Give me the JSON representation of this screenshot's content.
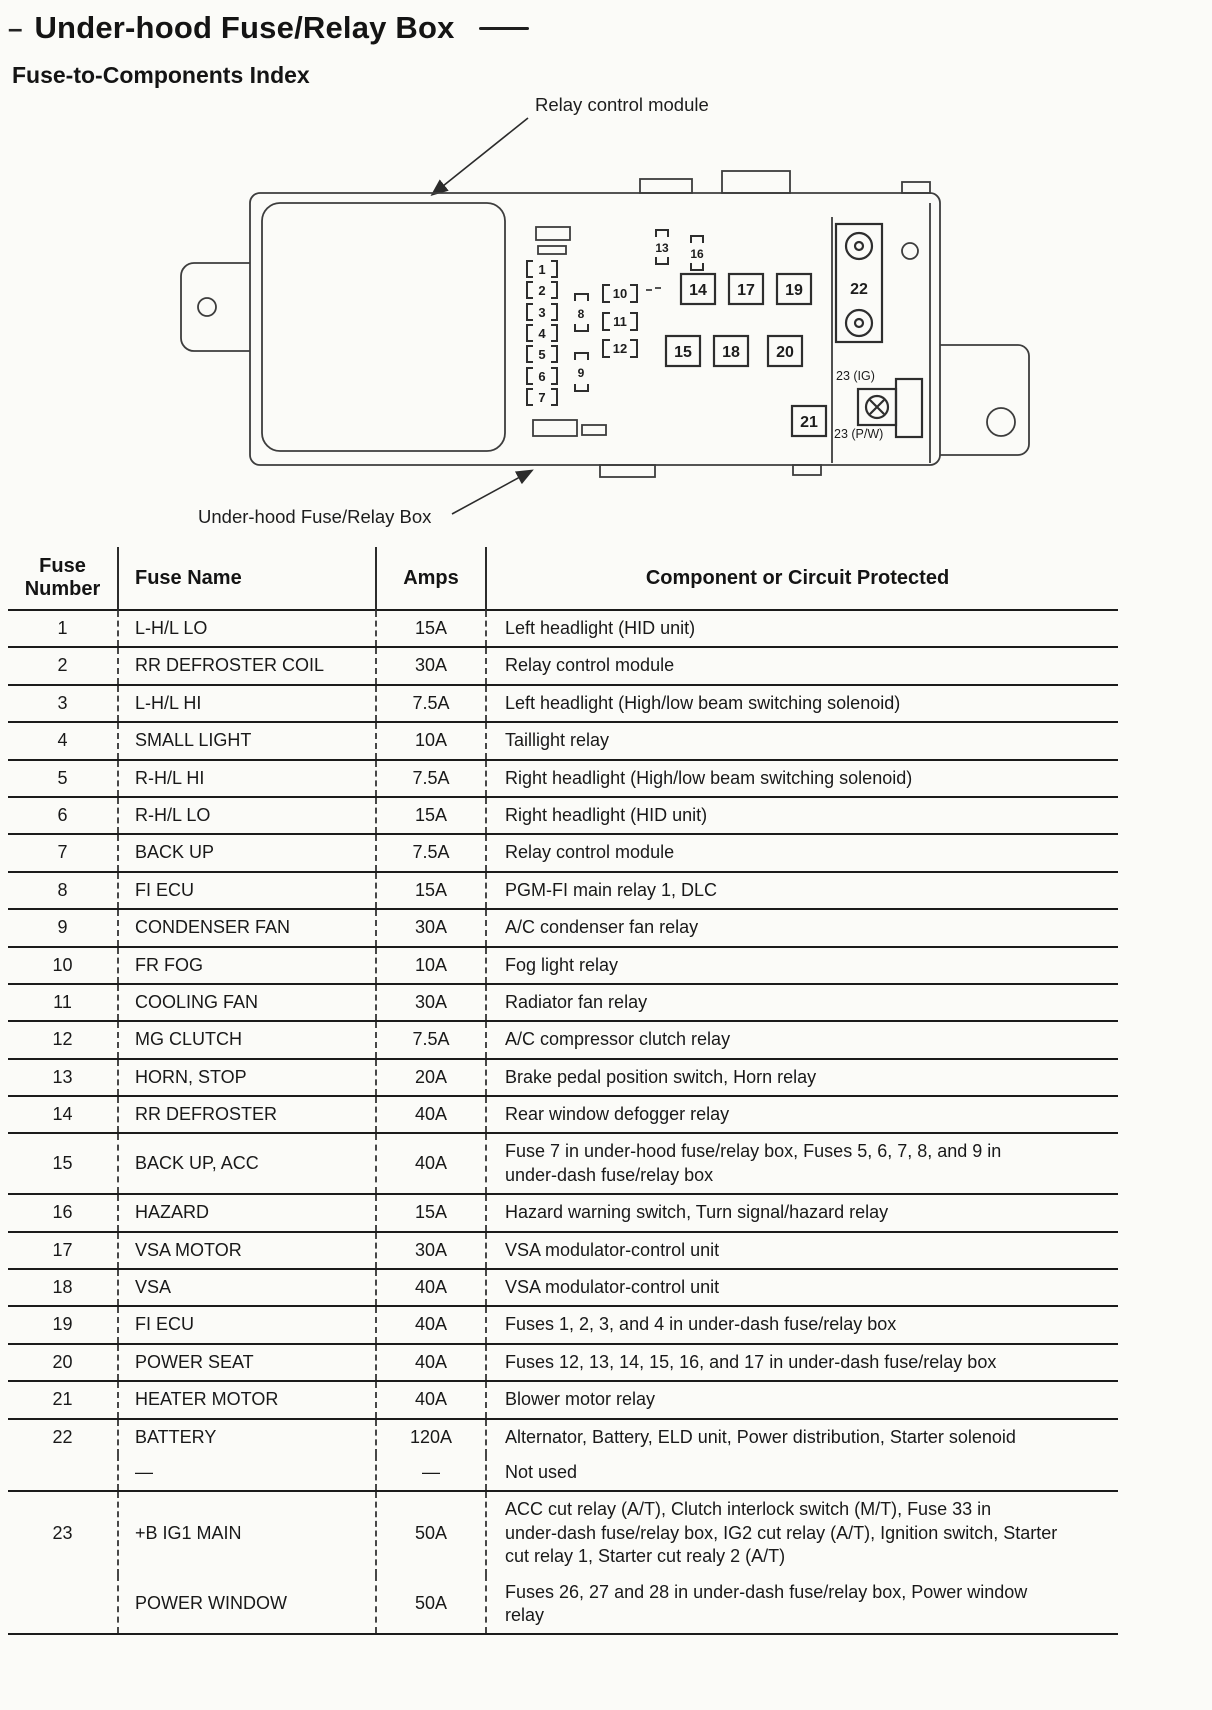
{
  "page": {
    "title_dash": "–",
    "title": "Under-hood Fuse/Relay Box",
    "subtitle": "Fuse-to-Components Index"
  },
  "diagram": {
    "callout_top": "Relay control module",
    "callout_bottom": "Under-hood Fuse/Relay Box",
    "bracket_left": [
      "1",
      "2",
      "3",
      "4",
      "5",
      "6",
      "7"
    ],
    "vertical_pair": [
      "8",
      "9"
    ],
    "bracket_mid": [
      "10",
      "11",
      "12"
    ],
    "top_pair": [
      "13",
      "16"
    ],
    "square_row1": [
      "14",
      "17",
      "19"
    ],
    "square_row2": [
      "15",
      "18",
      "20"
    ],
    "square_21": "21",
    "label_22": "22",
    "label_23_ig": "23 (IG)",
    "label_23_pw": "23 (P/W)"
  },
  "table": {
    "headers": {
      "col1_line1": "Fuse",
      "col1_line2": "Number",
      "col2": "Fuse Name",
      "col3": "Amps",
      "col4": "Component or Circuit Protected"
    },
    "rows": [
      {
        "num": "1",
        "name": "L-H/L LO",
        "amps": "15A",
        "comp": "Left headlight (HID unit)"
      },
      {
        "num": "2",
        "name": "RR DEFROSTER COIL",
        "amps": "30A",
        "comp": "Relay control module"
      },
      {
        "num": "3",
        "name": "L-H/L HI",
        "amps": "7.5A",
        "comp": "Left headlight (High/low beam switching solenoid)"
      },
      {
        "num": "4",
        "name": "SMALL LIGHT",
        "amps": "10A",
        "comp": "Taillight relay"
      },
      {
        "num": "5",
        "name": "R-H/L HI",
        "amps": "7.5A",
        "comp": "Right headlight (High/low beam switching solenoid)"
      },
      {
        "num": "6",
        "name": "R-H/L LO",
        "amps": "15A",
        "comp": "Right headlight (HID unit)"
      },
      {
        "num": "7",
        "name": "BACK UP",
        "amps": "7.5A",
        "comp": "Relay control module"
      },
      {
        "num": "8",
        "name": "FI ECU",
        "amps": "15A",
        "comp": "PGM-FI main relay 1, DLC"
      },
      {
        "num": "9",
        "name": "CONDENSER FAN",
        "amps": "30A",
        "comp": "A/C condenser fan relay"
      },
      {
        "num": "10",
        "name": "FR FOG",
        "amps": "10A",
        "comp": "Fog light relay"
      },
      {
        "num": "11",
        "name": "COOLING FAN",
        "amps": "30A",
        "comp": "Radiator fan relay"
      },
      {
        "num": "12",
        "name": "MG CLUTCH",
        "amps": "7.5A",
        "comp": "A/C compressor clutch relay"
      },
      {
        "num": "13",
        "name": "HORN, STOP",
        "amps": "20A",
        "comp": "Brake pedal position switch, Horn relay"
      },
      {
        "num": "14",
        "name": "RR DEFROSTER",
        "amps": "40A",
        "comp": "Rear window defogger relay"
      },
      {
        "num": "15",
        "name": "BACK UP, ACC",
        "amps": "40A",
        "comp": "Fuse 7 in under-hood fuse/relay box, Fuses 5, 6, 7, 8, and 9 in\nunder-dash fuse/relay box"
      },
      {
        "num": "16",
        "name": "HAZARD",
        "amps": "15A",
        "comp": "Hazard warning switch, Turn signal/hazard relay"
      },
      {
        "num": "17",
        "name": "VSA MOTOR",
        "amps": "30A",
        "comp": "VSA modulator-control unit"
      },
      {
        "num": "18",
        "name": "VSA",
        "amps": "40A",
        "comp": "VSA modulator-control unit"
      },
      {
        "num": "19",
        "name": "FI ECU",
        "amps": "40A",
        "comp": "Fuses 1, 2, 3, and 4 in under-dash fuse/relay box"
      },
      {
        "num": "20",
        "name": "POWER SEAT",
        "amps": "40A",
        "comp": "Fuses 12, 13, 14, 15, 16, and 17 in under-dash fuse/relay box"
      },
      {
        "num": "21",
        "name": "HEATER MOTOR",
        "amps": "40A",
        "comp": "Blower motor relay"
      },
      {
        "num": "22",
        "name": "BATTERY",
        "amps": "120A",
        "comp": "Alternator, Battery, ELD unit, Power distribution, Starter solenoid"
      },
      {
        "num": "",
        "name": "—",
        "amps": "—",
        "comp": "Not used",
        "noline": true
      },
      {
        "num": "23",
        "name": "+B IG1 MAIN",
        "amps": "50A",
        "comp": "ACC cut relay (A/T), Clutch interlock switch (M/T), Fuse 33 in\nunder-dash fuse/relay box, IG2 cut relay (A/T), Ignition switch, Starter\ncut relay 1, Starter cut realy 2 (A/T)"
      },
      {
        "num": "",
        "name": "POWER WINDOW",
        "amps": "50A",
        "comp": "Fuses 26, 27 and 28 in under-dash fuse/relay box, Power window\nrelay",
        "noline": true
      }
    ]
  }
}
